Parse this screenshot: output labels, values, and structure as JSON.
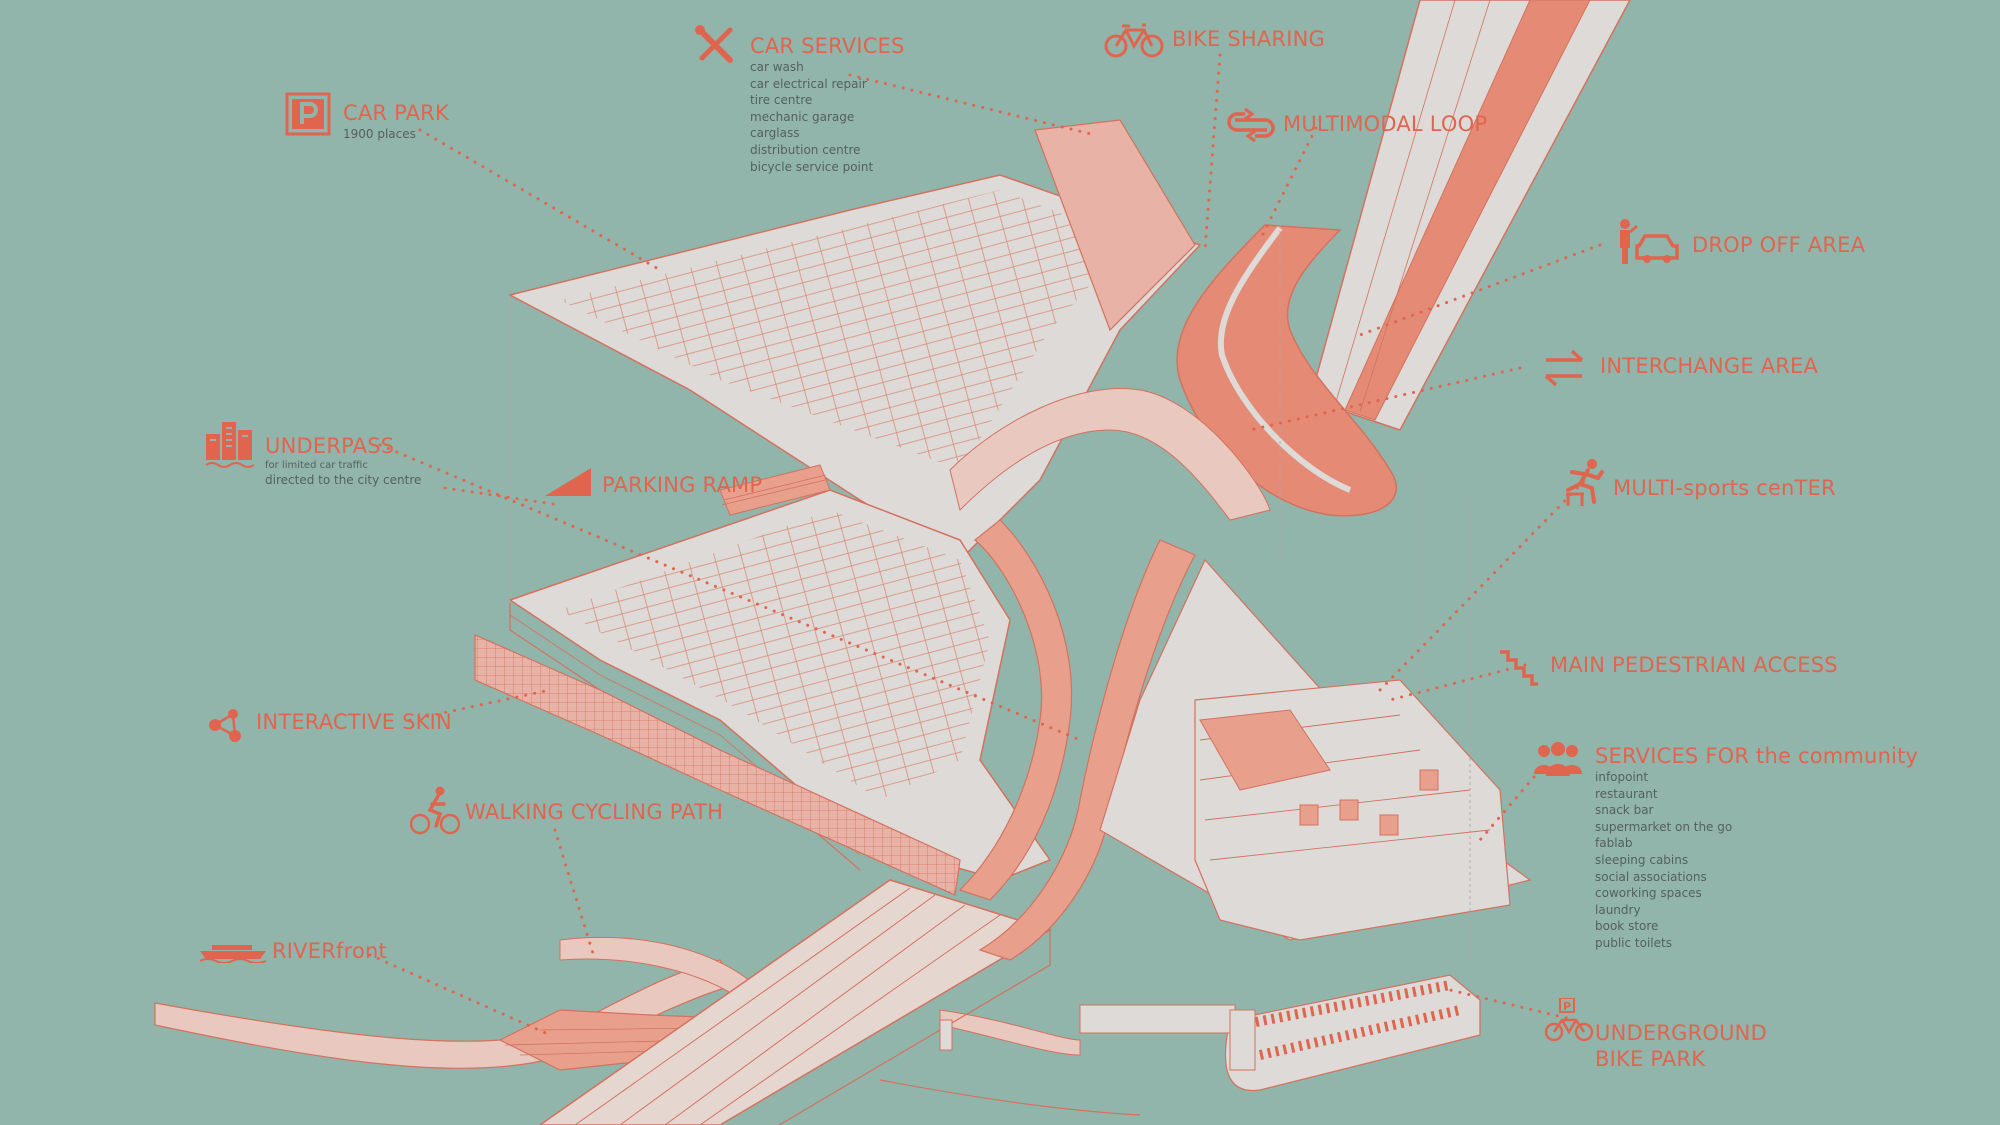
{
  "colors": {
    "background": "#91b5ab",
    "accent": "#e0654f",
    "plan": "#dddad7",
    "line": "#d2725f",
    "text": "#55605c"
  },
  "labels": {
    "car_park": {
      "title": "CAR PARK",
      "sub": "1900 places",
      "icon": "parking-sign-icon"
    },
    "car_services": {
      "title": "CAR SERVICES",
      "icon": "wrench-screwdriver-icon",
      "items": [
        "car wash",
        "car electrical repair",
        "tire centre",
        "mechanic garage",
        "carglass",
        "distribution centre",
        "bicycle service point"
      ]
    },
    "bike_sharing": {
      "title": "BIKE SHARING",
      "icon": "bicycle-icon"
    },
    "multimodal_loop": {
      "title": "MULTIMODAL LOOP",
      "icon": "loop-arrows-icon"
    },
    "drop_off": {
      "title": "DROP OFF AREA",
      "icon": "person-car-icon"
    },
    "interchange": {
      "title": "INTERCHANGE AREA",
      "icon": "swap-arrows-icon"
    },
    "multi_sports": {
      "title": "MULTI-sports cenTER",
      "icon": "hurdler-icon"
    },
    "underpass": {
      "title": "UNDERPASS",
      "sub1": "for limited car traffic",
      "sub2": "directed to the city centre",
      "icon": "city-buildings-icon"
    },
    "parking_ramp": {
      "title": "PARKING RAMP",
      "icon": "ramp-triangle-icon"
    },
    "main_pedestrian": {
      "title": "MAIN PEDESTRIAN ACCESS",
      "icon": "stairs-icon"
    },
    "services_community": {
      "title": "SERVICES FOR the community",
      "icon": "people-group-icon",
      "items": [
        "infopoint",
        "restaurant",
        "snack bar",
        "supermarket on the go",
        "fablab",
        "sleeping cabins",
        "social associations",
        "coworking spaces",
        "laundry",
        "book store",
        "public toilets"
      ]
    },
    "interactive_skin": {
      "title": "INTERACTIVE SKIN",
      "icon": "network-nodes-icon"
    },
    "walking_cycling": {
      "title": "WALKING CYCLING PATH",
      "icon": "cyclist-icon"
    },
    "riverfront": {
      "title": "RIVERfront",
      "icon": "boat-icon"
    },
    "underground_bike": {
      "title1": "UNDERGROUND",
      "title2": "BIKE PARK",
      "icon": "parking-bicycle-icon",
      "icon_text": "P"
    }
  }
}
